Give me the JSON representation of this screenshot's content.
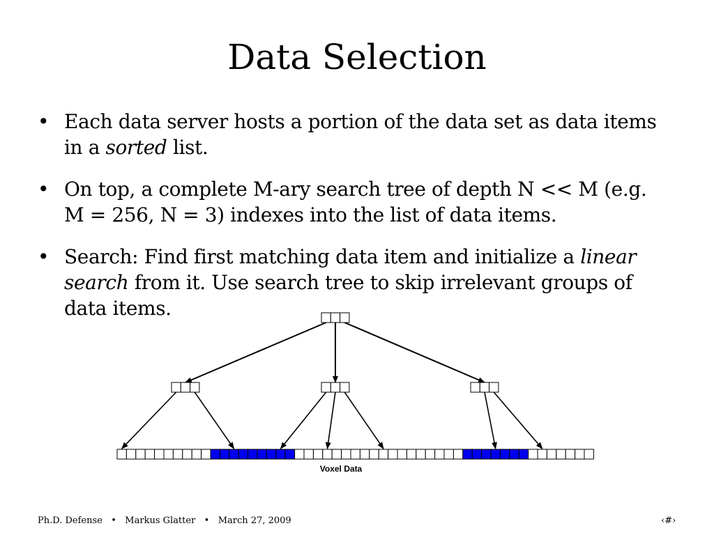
{
  "slide": {
    "title": "Data Selection",
    "bullets": [
      {
        "segments": [
          {
            "text": "Each data server hosts a portion of the data set as data items in a ",
            "italic": false
          },
          {
            "text": "sorted",
            "italic": true
          },
          {
            "text": " list.",
            "italic": false
          }
        ]
      },
      {
        "segments": [
          {
            "text": "On top, a complete M-ary search tree of depth N << M (e.g. M = 256, N = 3) indexes into the list of data items.",
            "italic": false
          }
        ]
      },
      {
        "segments": [
          {
            "text": "Search: Find first matching data item and initialize a ",
            "italic": false
          },
          {
            "text": "linear search",
            "italic": true
          },
          {
            "text": " from it. Use search tree to skip irrelevant groups of data items.",
            "italic": false
          }
        ]
      }
    ],
    "bullet_char": "•"
  },
  "diagram": {
    "data_label": "Voxel Data",
    "data_cell_count": 51,
    "highlighted_ranges": [
      [
        10,
        18
      ],
      [
        37,
        43
      ]
    ],
    "highlight_color": "#0000ee",
    "tree": {
      "root_cells": 3,
      "child_node_cells": 3,
      "children_count": 3,
      "root_to_children": [
        0,
        1,
        2
      ],
      "leaf_pointers": [
        {
          "node": 0,
          "cell": 0,
          "target_cell": 0
        },
        {
          "node": 0,
          "cell": 2,
          "target_cell": 12
        },
        {
          "node": 1,
          "cell": 0,
          "target_cell": 17
        },
        {
          "node": 1,
          "cell": 1,
          "target_cell": 22
        },
        {
          "node": 1,
          "cell": 2,
          "target_cell": 28
        },
        {
          "node": 2,
          "cell": 1,
          "target_cell": 40
        },
        {
          "node": 2,
          "cell": 2,
          "target_cell": 45
        }
      ]
    }
  },
  "footer": {
    "left": "Ph.D. Defense   •   Markus Glatter   •   March 27, 2009",
    "right": "‹#›"
  }
}
